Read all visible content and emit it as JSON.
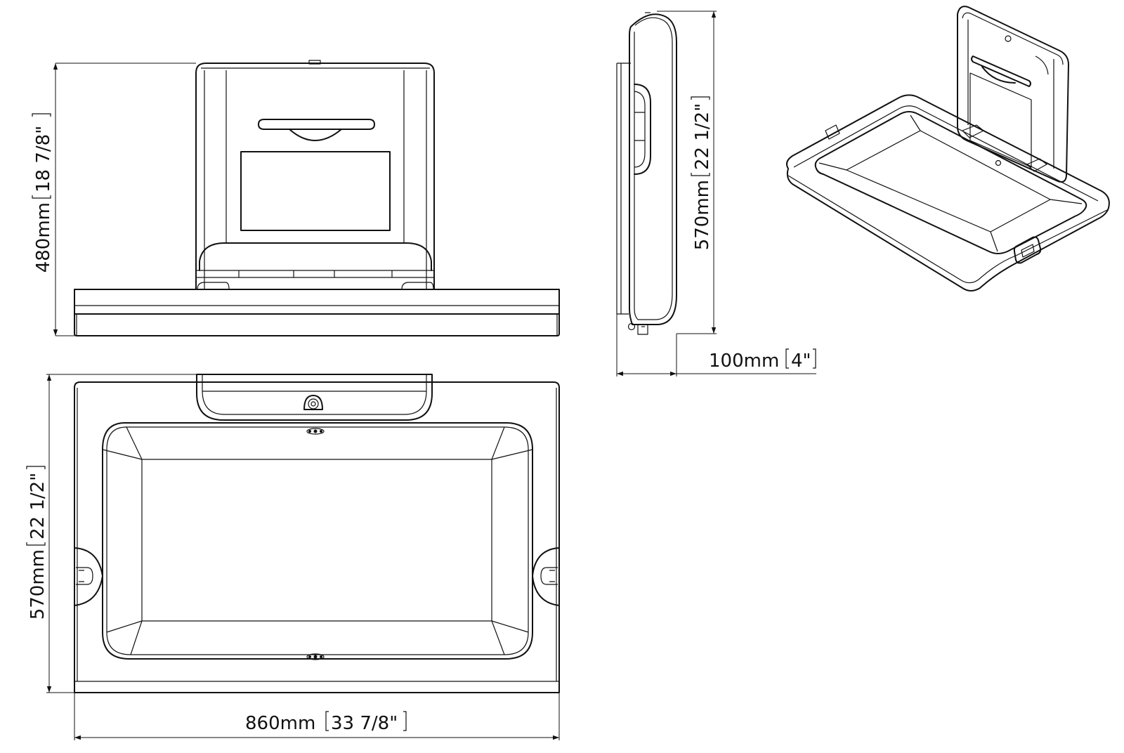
{
  "dimensions": {
    "height_front": {
      "metric": "480mm",
      "imperial": "18 7/8\""
    },
    "height_side": {
      "metric": "570mm",
      "imperial": "22 1/2\""
    },
    "depth_side": {
      "metric": "100mm",
      "imperial": "4\""
    },
    "depth_top": {
      "metric": "570mm",
      "imperial": "22 1/2\""
    },
    "width_top": {
      "metric": "860mm",
      "imperial": "33 7/8\""
    }
  },
  "colors": {
    "line": "#111111",
    "background": "#ffffff"
  }
}
